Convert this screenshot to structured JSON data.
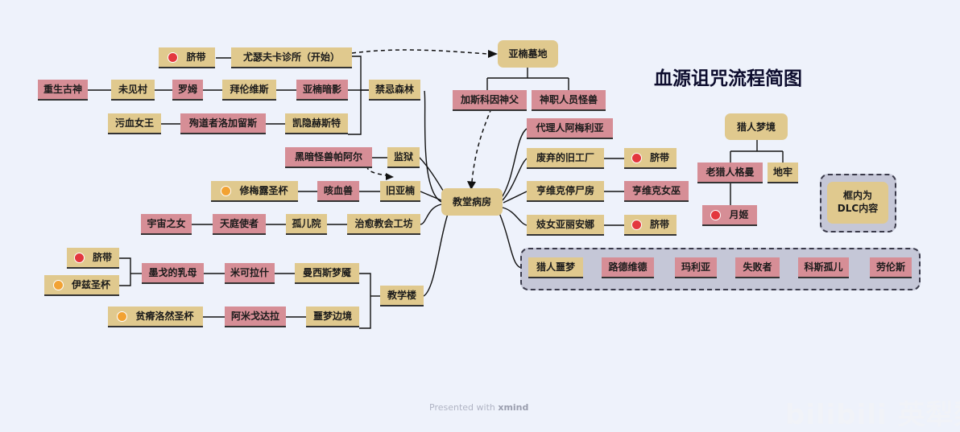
{
  "title": "血源诅咒流程简图",
  "center": "教堂病房",
  "nodes": {
    "belt_top": "脐带",
    "iosefka_start": "尤瑟夫卡诊所（开始）",
    "yahar_gul": "亚楠墓地",
    "dead_god": "加斯科因神父",
    "cleric_beast": "神职人员怪兽",
    "forbidden_woods": "禁忌森林",
    "old_god": "重生古神",
    "unseen_village": "未见村",
    "rom": "罗姆",
    "byrgenwerth": "拜伦维斯",
    "yahar_shadow": "亚楠暗影",
    "bloody_queen": "污血女王",
    "martyr_logarius": "殉道者洛加留斯",
    "cainhurst": "凯隐赫斯特",
    "black_beast": "黑暗怪兽帕阿尔",
    "prison": "监狱",
    "sinister_chalice": "修梅露圣杯",
    "blood_starved": "咳血兽",
    "old_yharnam": "旧亚楠",
    "celestial_emissary": "宇宙之女",
    "ebrietas_emissary": "天庭使者",
    "orphanage": "孤儿院",
    "healing_workshop": "治愈教会工坊",
    "belt_left": "脐带",
    "ihyll_chalice": "伊兹圣杯",
    "wet_nurse": "墨戈的乳母",
    "micolash": "米可拉什",
    "mensis_nightmare": "曼西斯梦魇",
    "lecture_building": "教学楼",
    "pthumeru_chalice": "贫瘠洛然圣杯",
    "amygdala": "阿米戈达拉",
    "nightmare_frontier": "噩梦边境",
    "vicar_amelia": "代理人阿梅利亚",
    "abandoned_workshop": "废弃的旧工厂",
    "belt_workshop": "脐带",
    "hemwick": "亨维克停尸房",
    "hemwick_witch": "亨维克女巫",
    "lady_maria_brothel": "妓女亚丽安娜",
    "belt_arianna": "脐带",
    "hunters_nightmare_dlc": "猎人噩梦",
    "ludwig": "路德维德",
    "maria": "玛利亚",
    "failures": "失败者",
    "kos_orphan": "科斯孤儿",
    "laurence": "劳伦斯",
    "hunters_dream": "猎人梦境",
    "gehrman": "老猎人格曼",
    "moon_presence": "月姬",
    "cellar": "地牢",
    "dlc_note": "框内为\nDLC内容"
  },
  "footer": {
    "prefix": "Presented with",
    "brand": "xmind"
  },
  "watermark": "bilibili 英犁梨",
  "colors": {
    "tan": "#e0c98e",
    "pink": "#d68e96",
    "background": "#eef2fb",
    "line": "#111111"
  }
}
